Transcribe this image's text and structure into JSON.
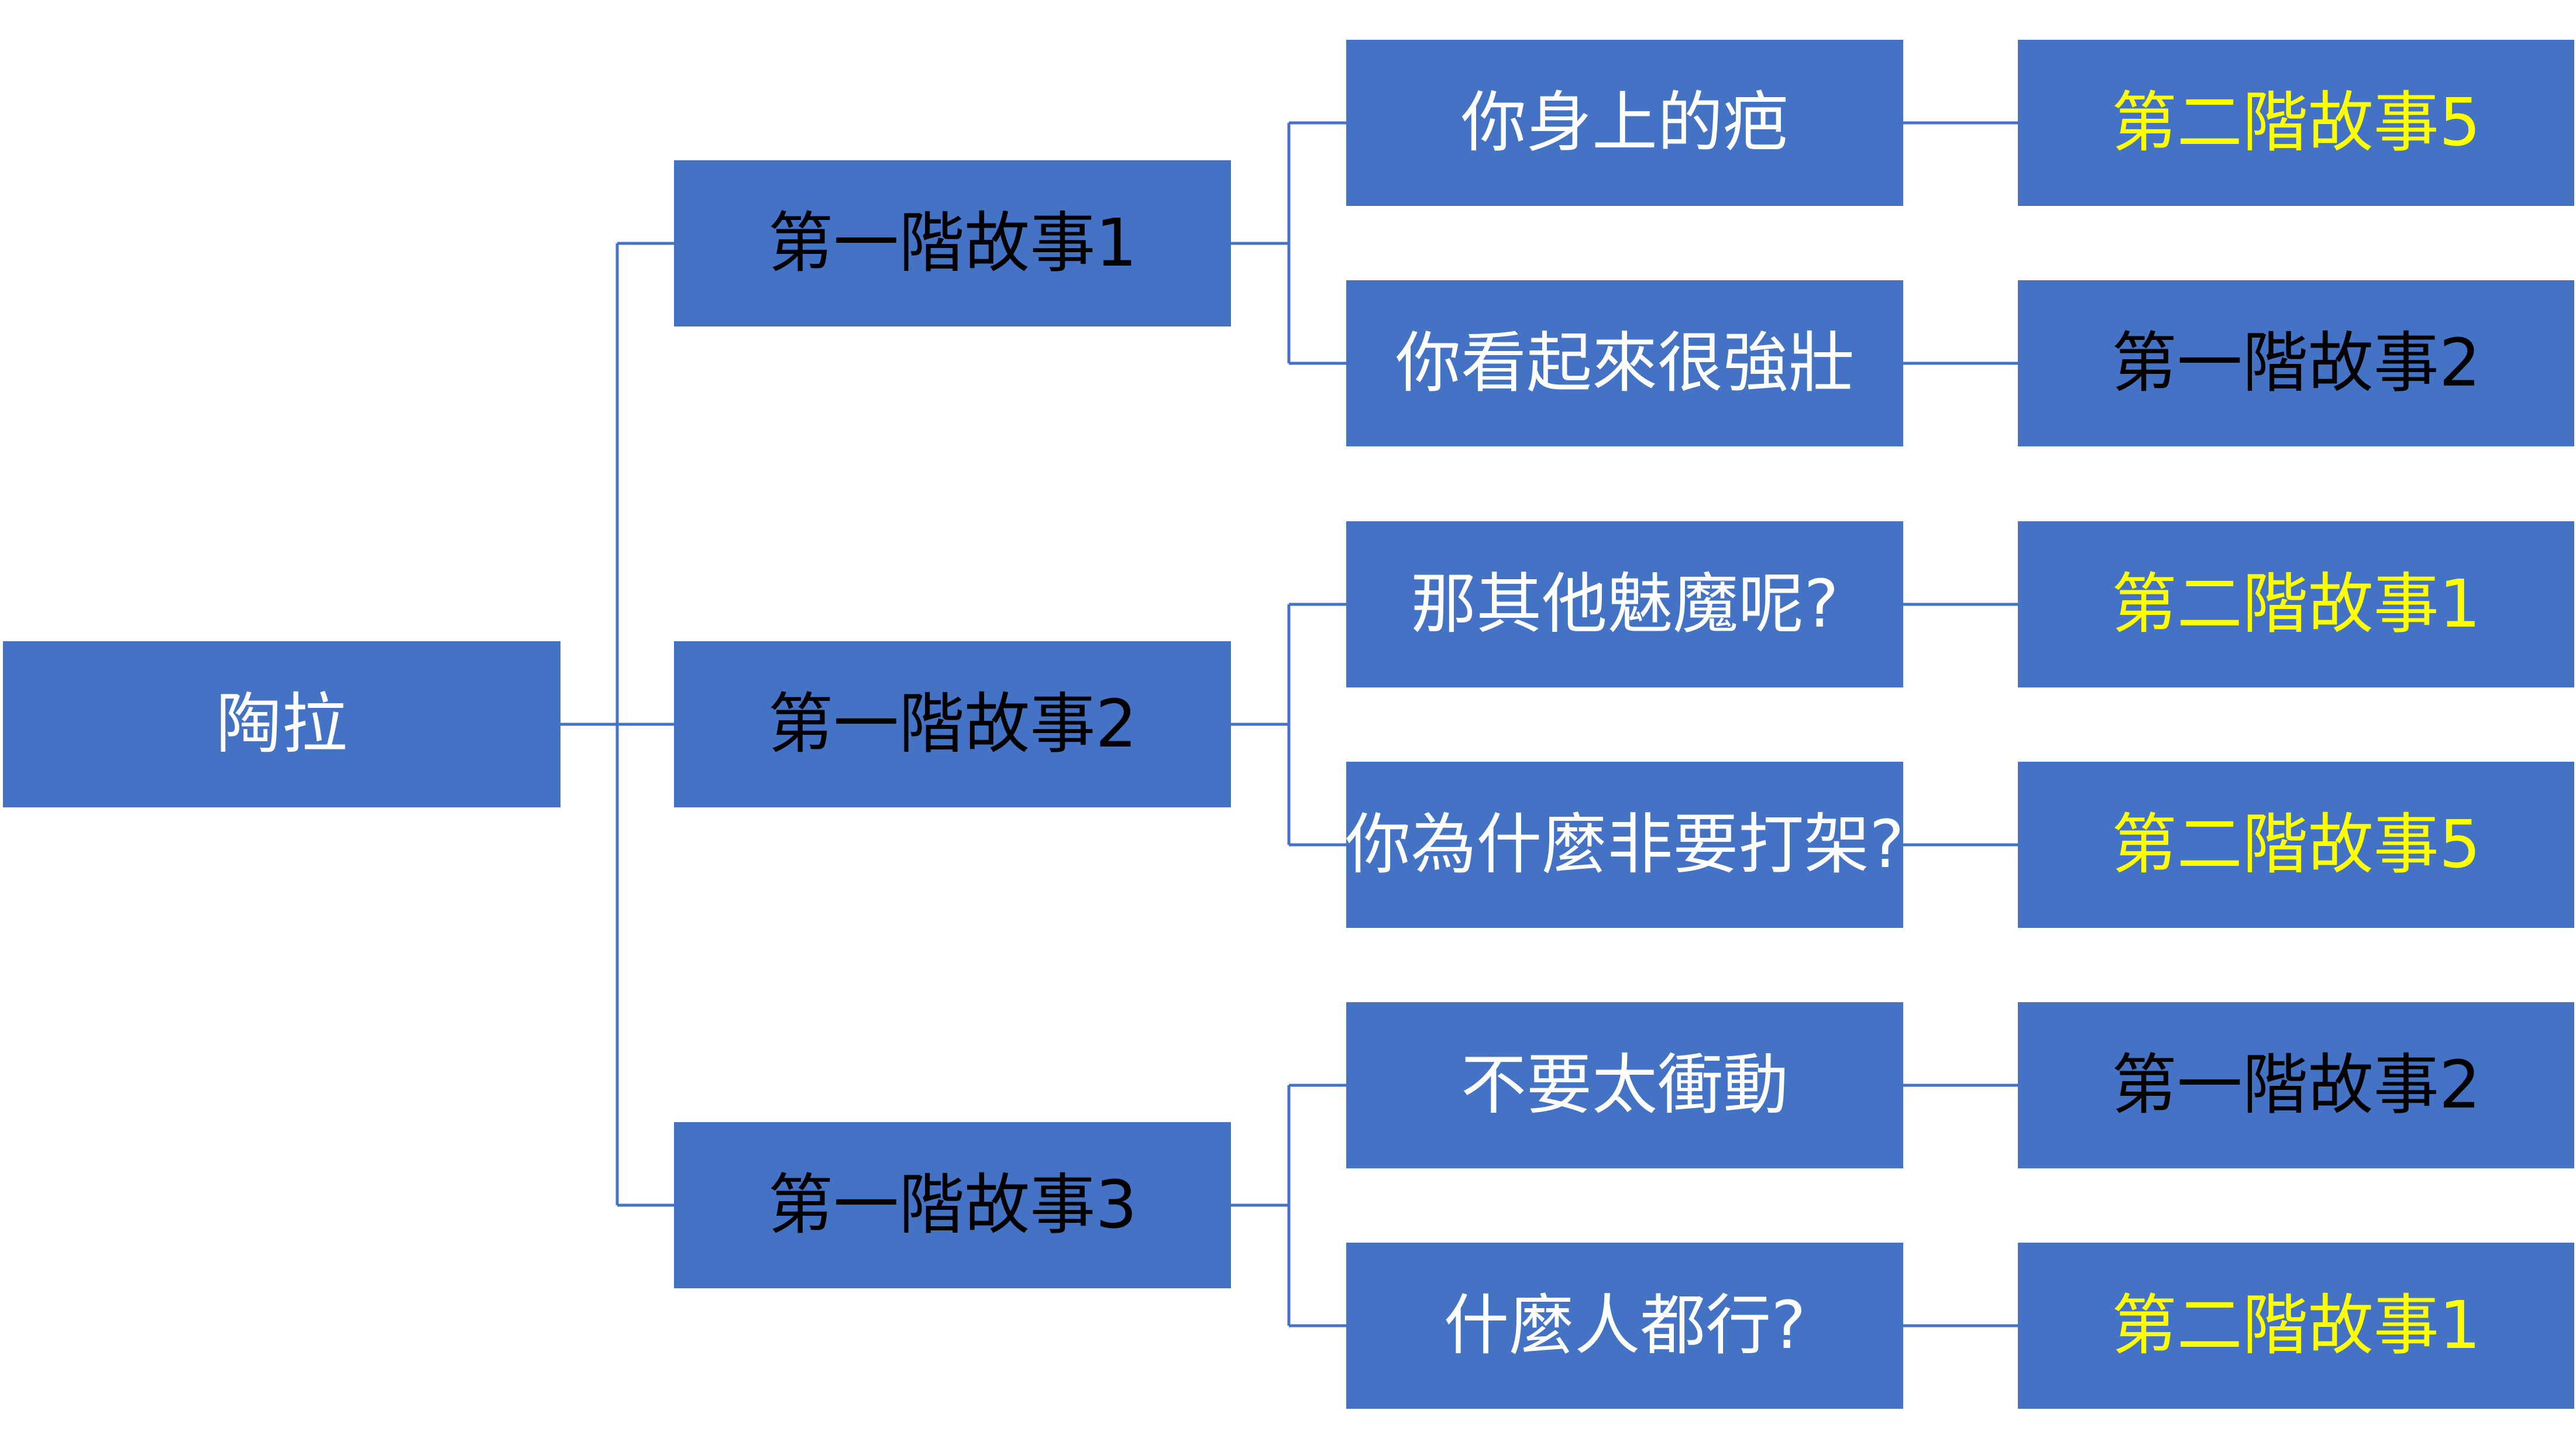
{
  "colors": {
    "box_fill": "#4472C4",
    "connector": "#4472C4",
    "text_black": "#000000",
    "text_white": "#FFFFFF",
    "text_yellow": "#FFFF00"
  },
  "root": {
    "label": "陶拉"
  },
  "branches": [
    {
      "label": "第一階故事1",
      "options": [
        {
          "label": "你身上的疤",
          "result": "第二階故事5",
          "result_color": "yellow"
        },
        {
          "label": "你看起來很強壯",
          "result": "第一階故事2",
          "result_color": "black"
        }
      ]
    },
    {
      "label": "第一階故事2",
      "options": [
        {
          "label": "那其他魅魔呢?",
          "result": "第二階故事1",
          "result_color": "yellow"
        },
        {
          "label": "你為什麼非要打架?",
          "result": "第二階故事5",
          "result_color": "yellow"
        }
      ]
    },
    {
      "label": "第一階故事3",
      "options": [
        {
          "label": "不要太衝動",
          "result": "第一階故事2",
          "result_color": "black"
        },
        {
          "label": "什麼人都行?",
          "result": "第二階故事1",
          "result_color": "yellow"
        }
      ]
    }
  ]
}
